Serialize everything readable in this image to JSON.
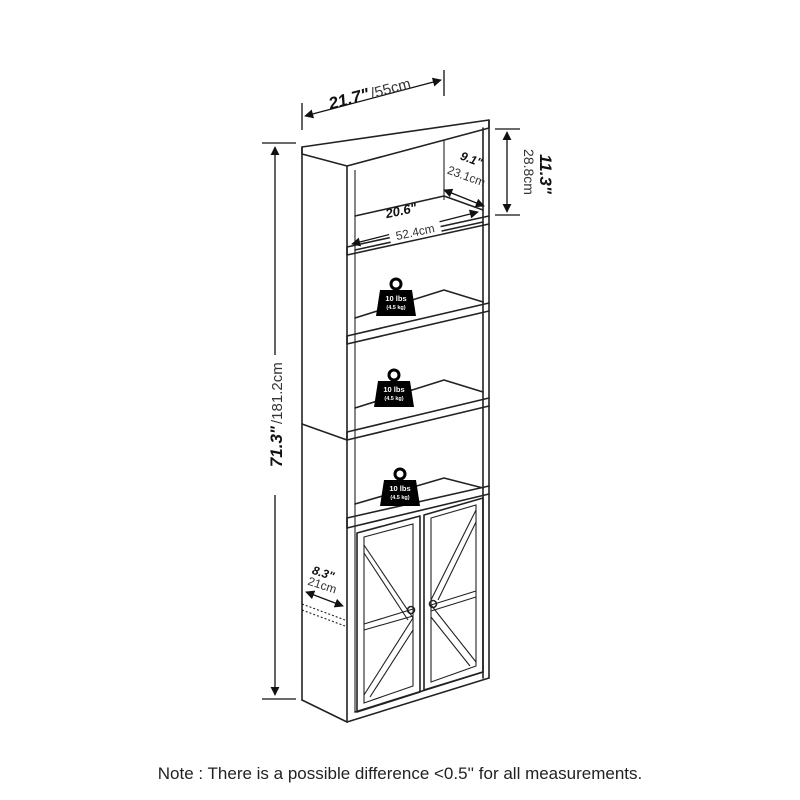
{
  "dimensions": {
    "width_in": "21.7\"",
    "width_cm": "/55cm",
    "height_in": "71.3\"",
    "height_cm": "/181.2cm",
    "shelf_width_in": "20.6\"",
    "shelf_width_cm": "52.4cm",
    "shelf_depth_in": "9.1\"",
    "shelf_depth_cm": "23.1cm",
    "shelf_gap_in": "11.3\"",
    "shelf_gap_cm": "28.8cm",
    "cabinet_depth_in": "8.3\"",
    "cabinet_depth_cm": "21cm"
  },
  "weights": [
    {
      "lbs": "10 lbs",
      "kg": "(4.5 kg)"
    },
    {
      "lbs": "10 lbs",
      "kg": "(4.5 kg)"
    },
    {
      "lbs": "10 lbs",
      "kg": "(4.5 kg)"
    }
  ],
  "note": "Note : There is a possible difference <0.5'' for all measurements."
}
